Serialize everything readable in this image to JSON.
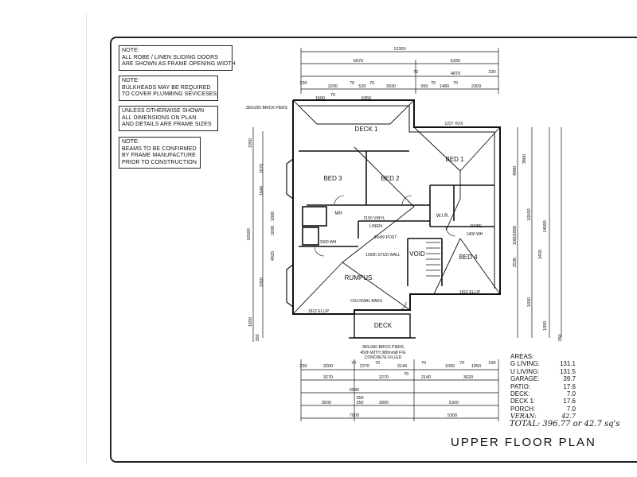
{
  "notes": [
    [
      "NOTE:",
      "ALL ROBE / LINEN SLIDING DOORS",
      "ARE SHOWN AS FRAME OPENING WIDTH"
    ],
    [
      "NOTE:",
      "BULKHEADS MAY BE REQUIRED",
      "TO COVER PLUMBING SEVICESES"
    ],
    [
      "UNLESS OTHERWISE SHOWN",
      "ALL DIMENSIONS ON PLAN",
      "AND DETAILS ARE FRAME SIZES"
    ],
    [
      "NOTE:",
      "BEAMS TO BE CONFIRMED",
      "BY FRAME MANUFACTURE",
      "PRIOR TO CONSTRUCTION"
    ]
  ],
  "rooms": {
    "deck1": "DECK 1",
    "bed1": "BED 1",
    "bed2": "BED 2",
    "bed3": "BED 3",
    "bed4": "BED 4",
    "rumpus": "RUMPUS",
    "deck": "DECK",
    "void": "VOID",
    "wir": "W.I.R.",
    "linen": "LINEN",
    "robe": "ROBE",
    "mh": "MH"
  },
  "plan_labels": {
    "brick_piers_top": "350x350 BRICK PIERS",
    "brick_piers_bottom": "350x350 BRICK PIERS",
    "pier_note_1": "450h WITH 380mmØ FIG",
    "pier_note_2": "CONCRETE FILLED",
    "vinyl": "2150 VINYL",
    "wall_1000": "1000 WH",
    "stud_wall": "1000h STUD WALL",
    "post": "90x90 POST",
    "xox": "1227 XOX",
    "wir_door": "1400 WH",
    "colonial": "COLONIAL BARS",
    "ellip_1": "1812 ELLIP",
    "ellip_2": "1812 ELLIP"
  },
  "dims": {
    "top_overall": "12300",
    "top_row2": [
      "6970",
      "5330"
    ],
    "top_row3": [
      "70",
      "4870",
      "230"
    ],
    "top_row4": [
      "230",
      "3200",
      "70",
      "530",
      "70",
      "3030",
      "950",
      "70",
      "1480",
      "70",
      "2300"
    ],
    "top_row5": [
      "1500",
      "70",
      "6350"
    ],
    "right": [
      "3860",
      "4880",
      "10550",
      "14000",
      "3420",
      "2530",
      "1050",
      "1650",
      "1800",
      "1000",
      "350"
    ],
    "left": [
      "1950",
      "1670",
      "1640",
      "1800",
      "1000",
      "10500",
      "4920",
      "3350",
      "1650",
      "350"
    ],
    "bottom_row1": [
      "230",
      "3200",
      "70",
      "2270",
      "70",
      "3140",
      "70",
      "1000",
      "70",
      "1950",
      "230"
    ],
    "bottom_row2": [
      "3270",
      "3270",
      "70",
      "2140",
      "3020"
    ],
    "bottom_row3": [
      "6540",
      "350"
    ],
    "bottom_row4": [
      "3500",
      "350",
      "2800",
      "5300"
    ],
    "bottom_row5": [
      "7000",
      "5300"
    ]
  },
  "areas": {
    "heading": "AREAS:",
    "rows": [
      {
        "label": "G LIVING:",
        "value": "131.1"
      },
      {
        "label": "U LIVING:",
        "value": "131.5"
      },
      {
        "label": "GARAGE:",
        "value": "39.7"
      },
      {
        "label": "PATIO:",
        "value": "17.6"
      },
      {
        "label": "DECK:",
        "value": "7.0"
      },
      {
        "label": "DECK 1:",
        "value": "17.6"
      },
      {
        "label": "PORCH:",
        "value": "7.0"
      },
      {
        "label": "VERAN:",
        "value": "42.7"
      }
    ],
    "total": "TOTAL:  396.77 or 42.7 sq's"
  },
  "title": "UPPER FLOOR PLAN"
}
